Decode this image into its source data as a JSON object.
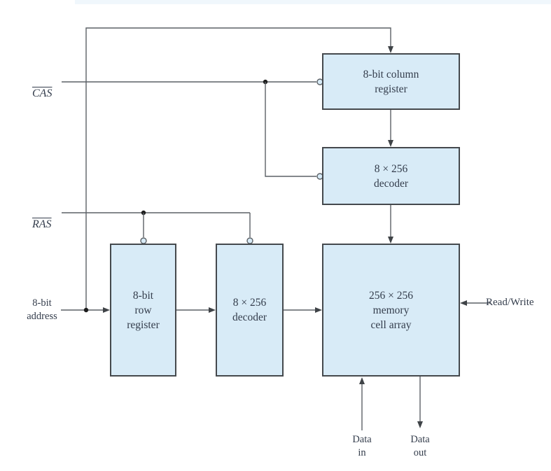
{
  "boxes": {
    "column_register": {
      "label": "8-bit column\nregister"
    },
    "column_decoder": {
      "label": "8 × 256\ndecoder"
    },
    "memory_array": {
      "label": "256 × 256\nmemory\ncell array"
    },
    "row_register": {
      "label": "8-bit\nrow\nregister"
    },
    "row_decoder": {
      "label": "8 × 256\ndecoder"
    }
  },
  "signals": {
    "cas": {
      "label": "CAS"
    },
    "ras": {
      "label": "RAS"
    },
    "address": {
      "label": "8-bit\naddress"
    },
    "read_write": {
      "label": "Read/Write"
    },
    "data_in": {
      "label": "Data\nin"
    },
    "data_out": {
      "label": "Data\nout"
    }
  },
  "colors": {
    "box_fill": "#d8ebf7",
    "box_border": "#45494d",
    "wire": "#5c6166",
    "arrow": "#3f4347",
    "dot": "#1c1c1c",
    "text": "#343d4c",
    "bg": "#ffffff",
    "strip": "#f0f7fc"
  }
}
